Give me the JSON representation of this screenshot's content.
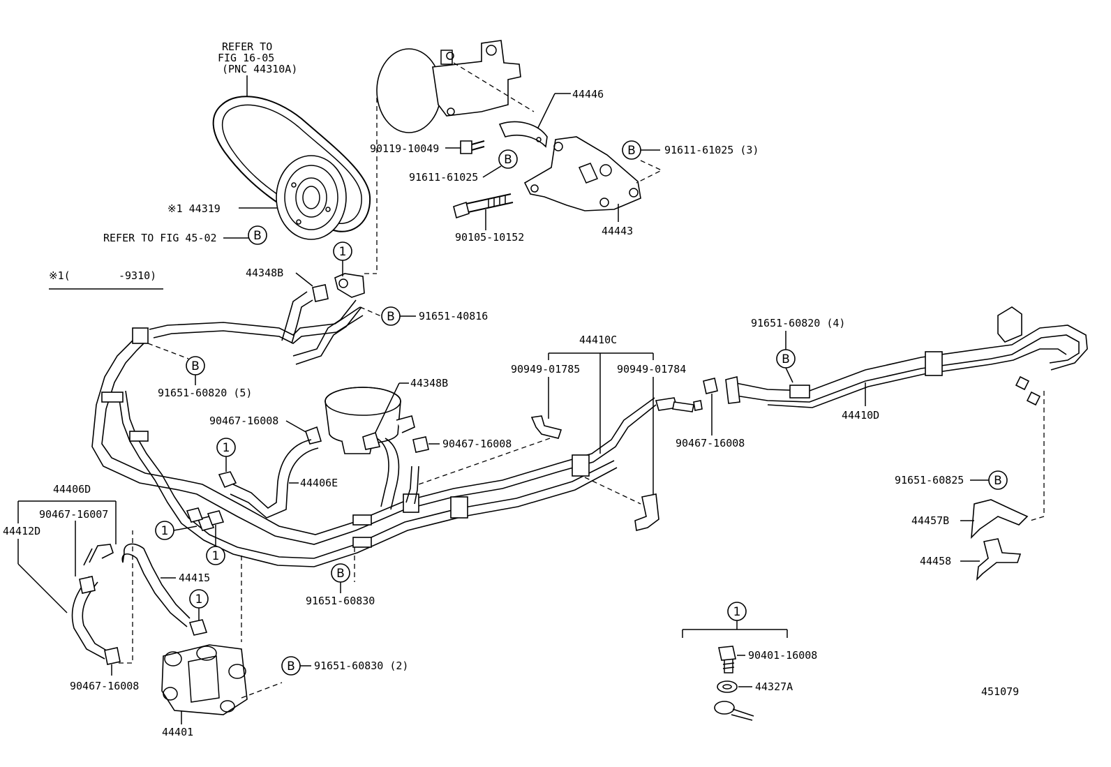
{
  "refer_fig_16_05": [
    "REFER TO",
    "FIG 16-05",
    "(PNC 44310A)"
  ],
  "refer_fig_45_02": "REFER TO FIG 45-02",
  "note_range": {
    "mark": "※1(",
    "value": "-9310)"
  },
  "symbols": {
    "b": "B",
    "one": "1"
  },
  "part_numbers": {
    "p44446": "44446",
    "p90119_10049": "90119-10049",
    "p91611_61025_3": "91611-61025 (3)",
    "p91611_61025": "91611-61025",
    "p44319": "※1 44319",
    "p90105_10152": "90105-10152",
    "p44443": "44443",
    "p44348b_top": "44348B",
    "p91651_40816": "91651-40816",
    "p91651_60820_5": "91651-60820 (5)",
    "p44410c": "44410C",
    "p90949_01785": "90949-01785",
    "p90949_01784": "90949-01784",
    "p91651_60820_4": "91651-60820 (4)",
    "p44348b_mid": "44348B",
    "p90467_16008_a": "90467-16008",
    "p90467_16008_b": "90467-16008",
    "p90467_16008_c": "90467-16008",
    "p44410d": "44410D",
    "p44406e": "44406E",
    "p44406d": "44406D",
    "p90467_16007": "90467-16007",
    "p44412d": "44412D",
    "p91651_60825": "91651-60825",
    "p44457b": "44457B",
    "p44458": "44458",
    "p44415": "44415",
    "p91651_60830": "91651-60830",
    "p91651_60830_2": "91651-60830 (2)",
    "p90467_16008_d": "90467-16008",
    "p44401": "44401",
    "p90401_16008": "90401-16008",
    "p44327a": "44327A",
    "diagram_id": "451079"
  }
}
